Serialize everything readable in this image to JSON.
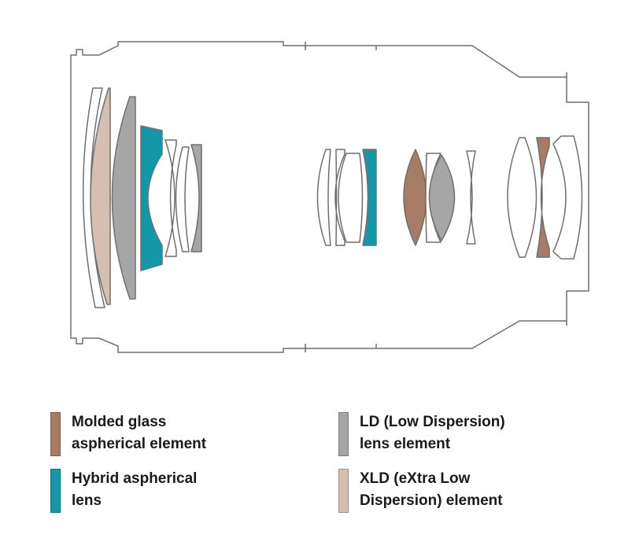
{
  "colors": {
    "molded": "#a67c64",
    "hybrid": "#1498a8",
    "ld": "#a6a6a6",
    "xld": "#d6bfb0",
    "outline": "#6f6f6f",
    "clear": "#ffffff"
  },
  "legend": [
    {
      "id": "molded",
      "line1": "Molded glass",
      "line2": "aspherical element"
    },
    {
      "id": "ld",
      "line1": "LD (Low Dispersion)",
      "line2": "lens element"
    },
    {
      "id": "hybrid",
      "line1": "Hybrid aspherical",
      "line2": "lens"
    },
    {
      "id": "xld",
      "line1": "XLD (eXtra Low",
      "line2": "Dispersion) element"
    }
  ],
  "lens_elements": [
    {
      "name": "lens-element-1",
      "type": "clear"
    },
    {
      "name": "lens-element-2",
      "type": "xld"
    },
    {
      "name": "lens-element-3",
      "type": "ld"
    },
    {
      "name": "lens-element-4",
      "type": "hybrid"
    },
    {
      "name": "lens-element-5",
      "type": "clear"
    },
    {
      "name": "lens-element-6",
      "type": "clear"
    },
    {
      "name": "lens-element-7",
      "type": "ld"
    },
    {
      "name": "lens-element-8",
      "type": "clear"
    },
    {
      "name": "lens-element-9",
      "type": "clear"
    },
    {
      "name": "lens-element-10",
      "type": "clear"
    },
    {
      "name": "lens-element-11",
      "type": "hybrid"
    },
    {
      "name": "lens-element-12",
      "type": "molded"
    },
    {
      "name": "lens-element-13",
      "type": "clear"
    },
    {
      "name": "lens-element-14",
      "type": "ld"
    },
    {
      "name": "lens-element-15",
      "type": "clear"
    },
    {
      "name": "lens-element-16",
      "type": "clear"
    },
    {
      "name": "lens-element-17",
      "type": "molded"
    },
    {
      "name": "lens-element-18",
      "type": "clear"
    }
  ]
}
